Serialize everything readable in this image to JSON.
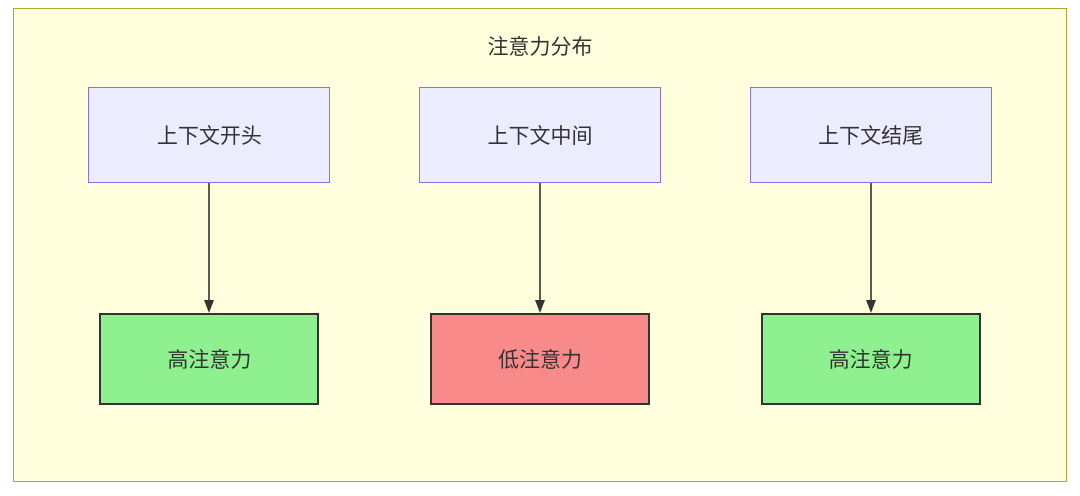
{
  "diagram": {
    "title": "注意力分布",
    "columns": [
      {
        "source": "上下文开头",
        "target": "高注意力",
        "level": "high"
      },
      {
        "source": "上下文中间",
        "target": "低注意力",
        "level": "low"
      },
      {
        "source": "上下文结尾",
        "target": "高注意力",
        "level": "high"
      }
    ],
    "colors": {
      "background": "#ffffde",
      "border": "#aaaa33",
      "node_fill": "#ececff",
      "node_border": "#9370db",
      "high_fill": "#8ff08f",
      "low_fill": "#f98a8a",
      "result_border": "#333333",
      "text": "#333333",
      "line": "#333333"
    }
  }
}
